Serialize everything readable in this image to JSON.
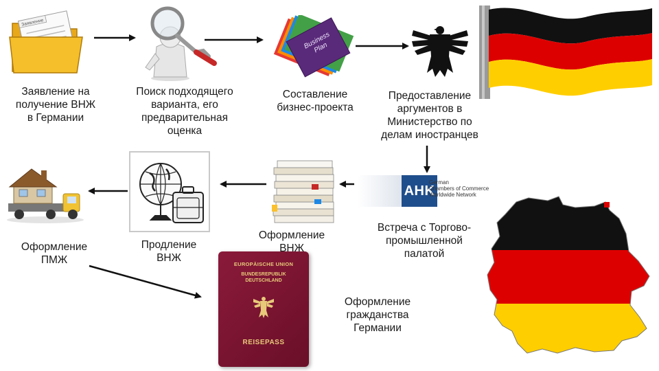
{
  "steps": {
    "application": "Заявление на\nполучение ВНЖ\nв Германии",
    "search": "Поиск подходящего\nварианта, его\nпредварительная\nоценка",
    "business_plan": "Составление\nбизнес-проекта",
    "ministry": "Предоставление\nаргументов в\nМинистерство по\nделам иностранцев",
    "chamber": "Встреча с Торгово-\nпромышленной\nпалатой",
    "residence_permit": "Оформление\nВНЖ",
    "extension": "Продление\nВНЖ",
    "permanent": "Оформление\nПМЖ",
    "citizenship": "Оформление\nгражданства\nГермании"
  },
  "folder_tab": "Заявление",
  "business_plan_cover": {
    "line1": "Business",
    "line2": "Plan"
  },
  "ahk_logo": {
    "mark": "AHK",
    "line1": "German",
    "line2": "Chambers of Commerce",
    "line3": "Worldwide Network"
  },
  "passport": {
    "union": "EUROPÄISCHE UNION",
    "country_line1": "BUNDESREPUBLIK",
    "country_line2": "DEUTSCHLAND",
    "type": "REISEPASS"
  },
  "colors": {
    "flag_black": "#111111",
    "flag_red": "#dd0000",
    "flag_gold": "#ffce00",
    "passport_red": "#7a1430",
    "ahk_blue": "#1f4e8c",
    "business_plan_purple": "#5a2a7a"
  }
}
